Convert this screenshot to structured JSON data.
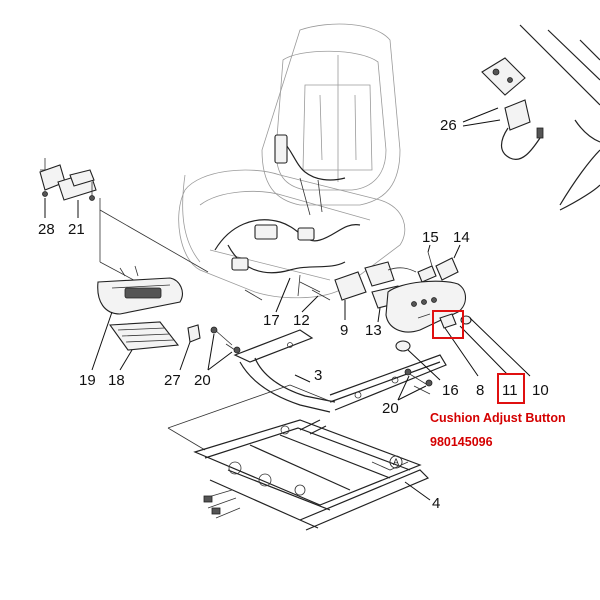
{
  "labels": {
    "l26": "26",
    "l28": "28",
    "l21": "21",
    "l15": "15",
    "l14": "14",
    "l17": "17",
    "l12": "12",
    "l9": "9",
    "l13": "13",
    "l19": "19",
    "l18": "18",
    "l27": "27",
    "l20a": "20",
    "l3": "3",
    "l16": "16",
    "l8": "8",
    "l11": "11",
    "l10": "10",
    "l20b": "20",
    "l4": "4",
    "circleA": "A"
  },
  "highlight": {
    "part_number_label": "11",
    "name": "Cushion Adjust Button",
    "code": "980145096",
    "color": "#d40000"
  }
}
